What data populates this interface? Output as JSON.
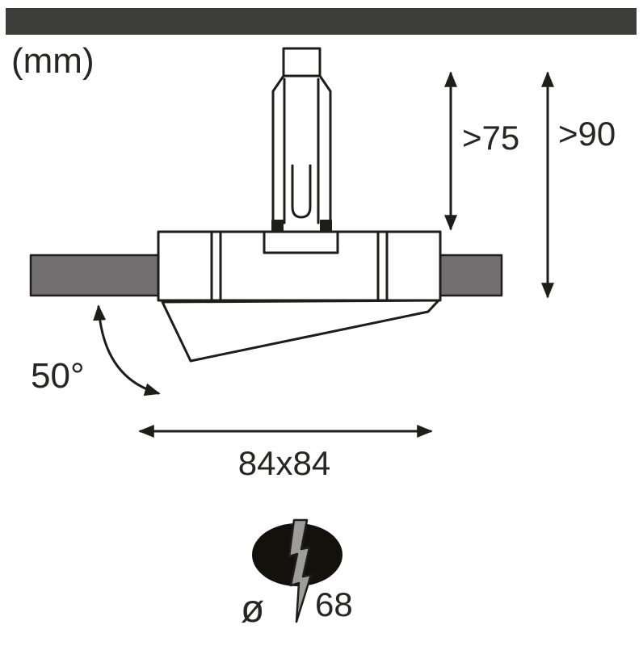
{
  "page": {
    "unit_label": "(mm)"
  },
  "dimensions": {
    "recess_depth": ">75",
    "total_height": ">90",
    "tilt_angle": "50°",
    "frame_size": "84x84",
    "diameter_symbol": "ø",
    "cutout_diameter": "68"
  },
  "colors": {
    "line": "#1d1d1b",
    "text": "#262624",
    "ceiling_bar": "#3d3d3c",
    "ceiling_cut_fill": "#716f6f",
    "hole_fill": "#13110c",
    "drill_fill": "#9d9d9c",
    "white": "#ffffff"
  }
}
